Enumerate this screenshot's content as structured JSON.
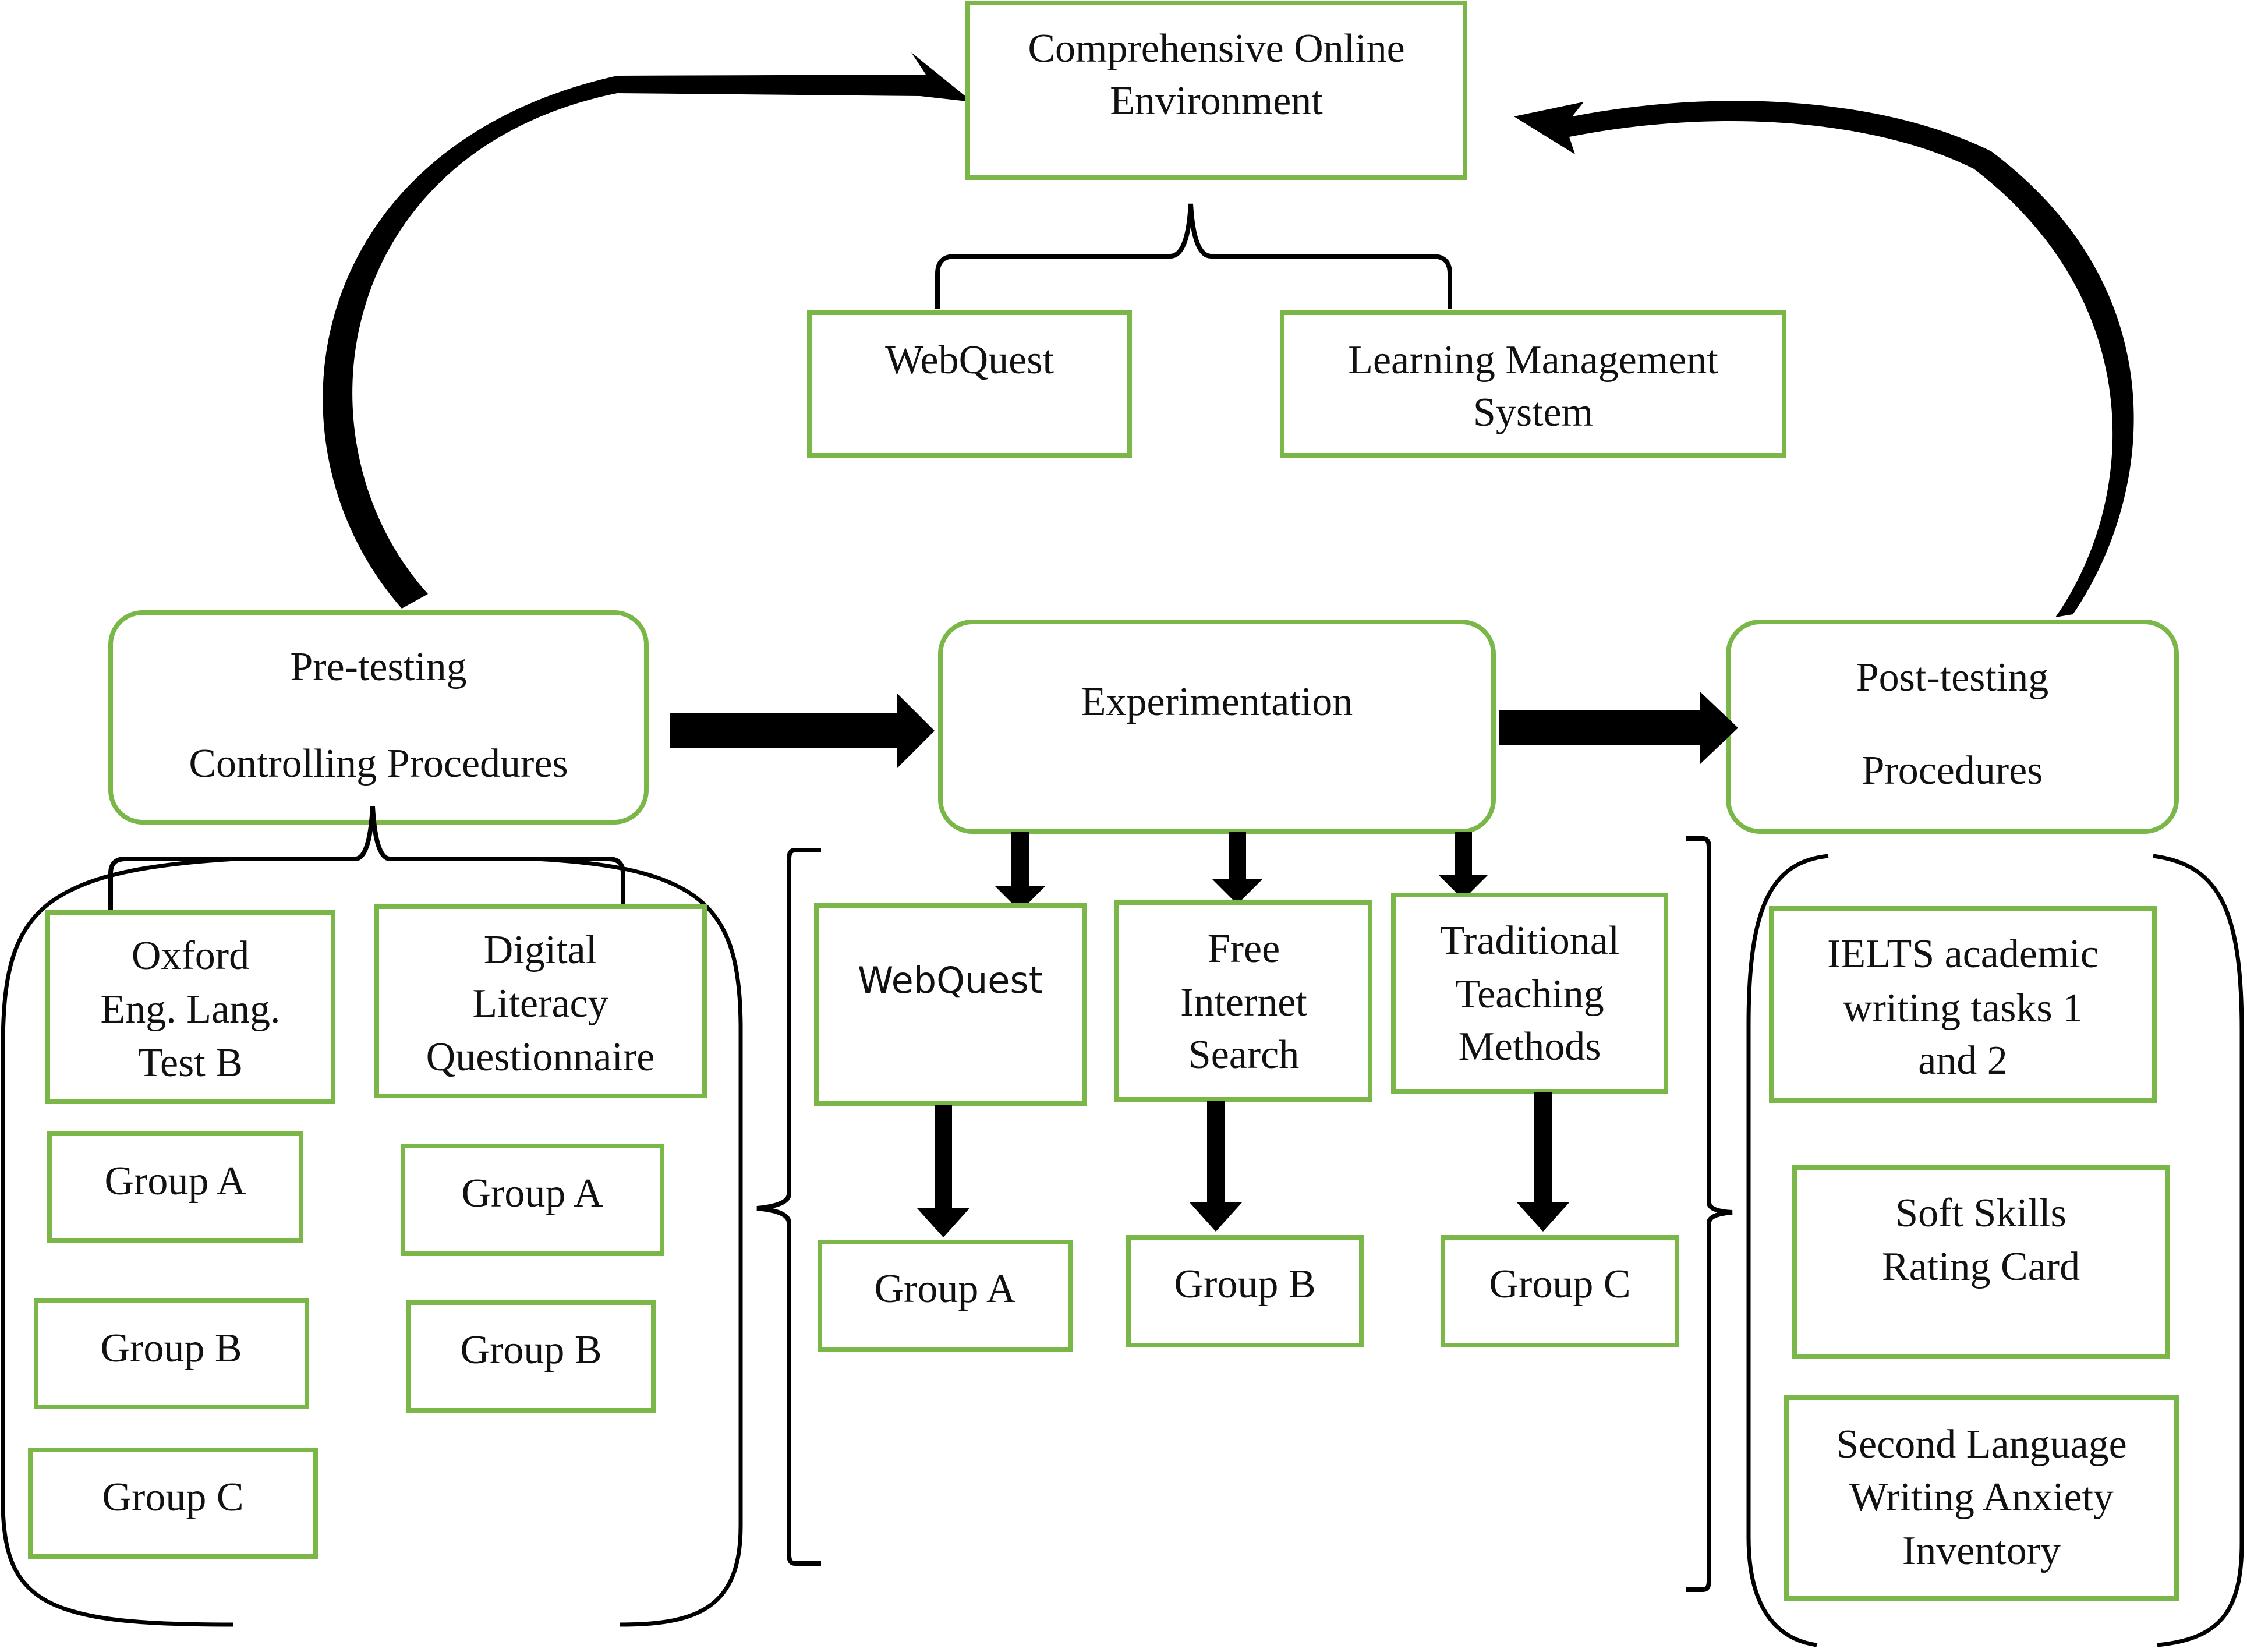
{
  "colors": {
    "box_border": "#7ab648",
    "arrow": "#000000",
    "text": "#111111",
    "background": "#ffffff"
  },
  "top": {
    "environment": [
      "Comprehensive Online",
      "Environment"
    ],
    "webquest": [
      "WebQuest"
    ],
    "lms": [
      "Learning Management",
      "System"
    ]
  },
  "phases": {
    "pretesting": [
      "Pre-testing",
      "Controlling Procedures"
    ],
    "experimentation": [
      "Experimentation"
    ],
    "posttesting": [
      "Post-testing",
      "Procedures"
    ]
  },
  "pretest": {
    "oxford": [
      "Oxford",
      "Eng. Lang.",
      "Test B"
    ],
    "digital": [
      "Digital",
      "Literacy",
      "Questionnaire"
    ],
    "oxford_groups": [
      "Group A",
      "Group B",
      "Group C"
    ],
    "digital_groups": [
      "Group A",
      "Group B"
    ]
  },
  "experiment": {
    "webquest": [
      "WebQuest"
    ],
    "free_search": [
      "Free",
      "Internet",
      "Search"
    ],
    "traditional": [
      "Traditional",
      "Teaching",
      "Methods"
    ],
    "groups": [
      "Group A",
      "Group B",
      "Group C"
    ]
  },
  "posttest": {
    "ielts": [
      "IELTS academic",
      "writing tasks 1",
      "and 2"
    ],
    "soft_skills": [
      "Soft Skills",
      "Rating Card"
    ],
    "anxiety": [
      "Second Language",
      "Writing Anxiety",
      "Inventory"
    ]
  }
}
